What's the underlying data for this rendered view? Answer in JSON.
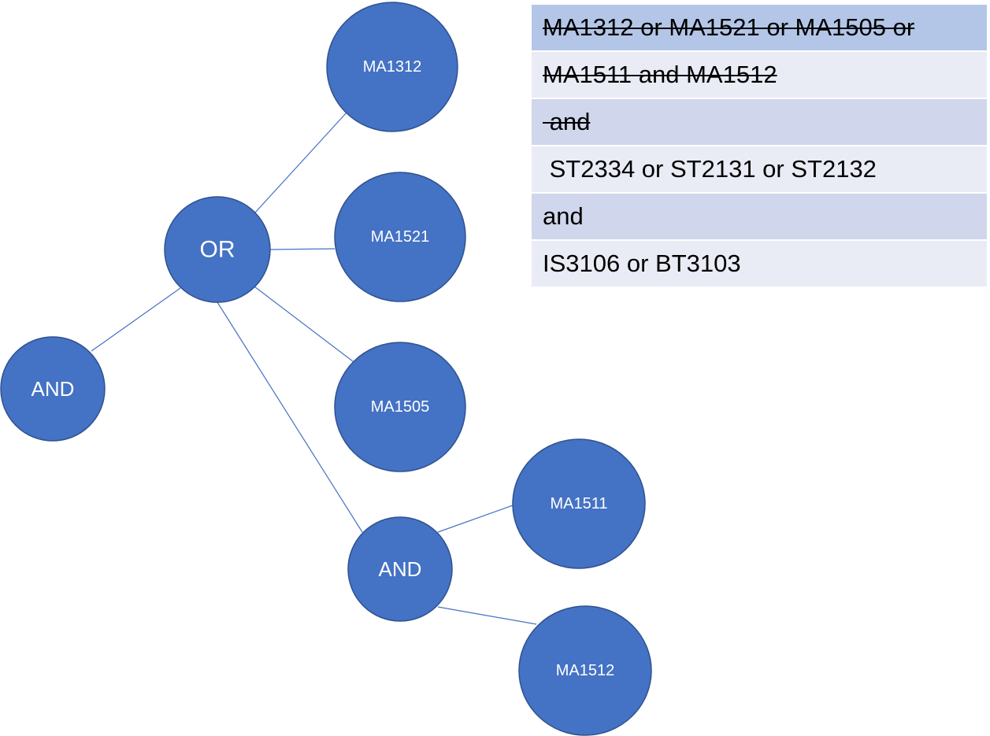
{
  "diagram": {
    "colors": {
      "node_fill": "#4472c4",
      "node_stroke": "#2f528f",
      "edge": "#4472c4",
      "label": "#ffffff"
    },
    "nodes": [
      {
        "id": "and-root",
        "label": "AND"
      },
      {
        "id": "or",
        "label": "OR"
      },
      {
        "id": "ma1312",
        "label": "MA1312"
      },
      {
        "id": "ma1521",
        "label": "MA1521"
      },
      {
        "id": "ma1505",
        "label": "MA1505"
      },
      {
        "id": "and-sub",
        "label": "AND"
      },
      {
        "id": "ma1511",
        "label": "MA1511"
      },
      {
        "id": "ma1512",
        "label": "MA1512"
      }
    ],
    "edges": [
      {
        "from": "and-root",
        "to": "or"
      },
      {
        "from": "or",
        "to": "ma1312"
      },
      {
        "from": "or",
        "to": "ma1521"
      },
      {
        "from": "or",
        "to": "ma1505"
      },
      {
        "from": "or",
        "to": "and-sub"
      },
      {
        "from": "and-sub",
        "to": "ma1511"
      },
      {
        "from": "and-sub",
        "to": "ma1512"
      }
    ]
  },
  "requirements": {
    "colors": {
      "header": "#b4c6e7",
      "light": "#e9ecf5",
      "mid": "#d0d6eb"
    },
    "rows": [
      {
        "text": "MA1312 or MA1521 or MA1505 or",
        "struck": true
      },
      {
        "text": "MA1511 and MA1512",
        "struck": true
      },
      {
        "text": " and",
        "struck": true
      },
      {
        "text": " ST2334 or ST2131 or ST2132",
        "struck": false
      },
      {
        "text": "and",
        "struck": false
      },
      {
        "text": "IS3106 or BT3103",
        "struck": false
      }
    ]
  }
}
